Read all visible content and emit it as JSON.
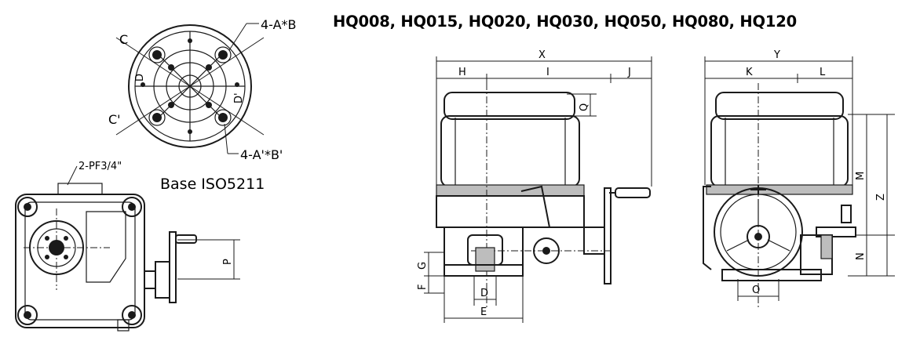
{
  "title": "HQ008, HQ015, HQ020, HQ030, HQ050, HQ080, HQ120",
  "base_label": "Base ISO5211",
  "flange_labels": {
    "bolt_top": "4-A*B",
    "bolt_bottom": "4-A'*B'",
    "c_top": "C",
    "c_bottom": "C'",
    "d_left": "D",
    "d_right": "D'"
  },
  "conduit_label": "2-PF3/4\"",
  "dimensions": {
    "X": "X",
    "H": "H",
    "I": "I",
    "J": "J",
    "Y": "Y",
    "K": "K",
    "L": "L",
    "Q": "Q",
    "M": "M",
    "Z": "Z",
    "N": "N",
    "P": "P",
    "G": "G",
    "F": "F",
    "D": "D",
    "E": "E",
    "O": "O"
  }
}
